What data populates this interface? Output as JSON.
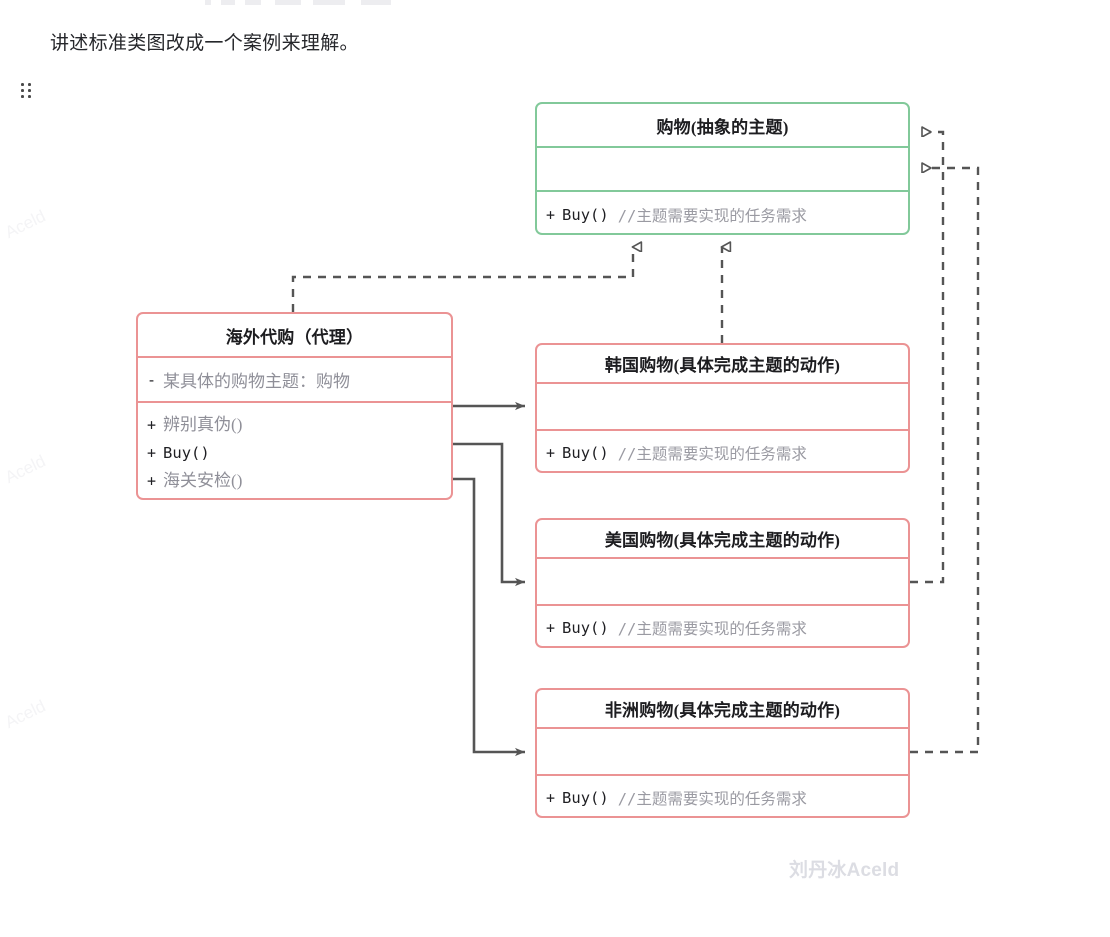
{
  "page": {
    "intro_text": "讲述标准类图改成一个案例来理解。",
    "drag_handle_icon": "drag-handle-icon",
    "watermark_main": "刘丹冰Aceld",
    "watermark_side": "Aceld"
  },
  "colors": {
    "abstract_border": "#82c99a",
    "concrete_border": "#eb9394",
    "edge": "#555555",
    "comment_text": "#9a9aa2",
    "title_text": "#1d1d20",
    "watermark": "#dcdde3"
  },
  "diagram": {
    "type": "uml-class-diagram",
    "classes": [
      {
        "id": "subject",
        "name": "购物(抽象的主题)",
        "stereotype": "abstract",
        "color": "#82c99a",
        "attributes": [],
        "methods": [
          {
            "visibility": "+",
            "signature": "Buy()",
            "comment": "//主题需要实现的任务需求"
          }
        ]
      },
      {
        "id": "proxy",
        "name": "海外代购（代理）",
        "stereotype": "proxy",
        "color": "#eb9394",
        "attributes": [
          {
            "visibility": "-",
            "text": "某具体的购物主题：购物"
          }
        ],
        "methods": [
          {
            "visibility": "+",
            "signature": "辨别真伪()",
            "comment": ""
          },
          {
            "visibility": "+",
            "signature": "Buy()",
            "comment": ""
          },
          {
            "visibility": "+",
            "signature": "海关安检()",
            "comment": ""
          }
        ]
      },
      {
        "id": "korea",
        "name": "韩国购物(具体完成主题的动作)",
        "stereotype": "concrete",
        "color": "#eb9394",
        "attributes": [],
        "methods": [
          {
            "visibility": "+",
            "signature": "Buy()",
            "comment": "//主题需要实现的任务需求"
          }
        ]
      },
      {
        "id": "usa",
        "name": "美国购物(具体完成主题的动作)",
        "stereotype": "concrete",
        "color": "#eb9394",
        "attributes": [],
        "methods": [
          {
            "visibility": "+",
            "signature": "Buy()",
            "comment": "//主题需要实现的任务需求"
          }
        ]
      },
      {
        "id": "africa",
        "name": "非洲购物(具体完成主题的动作)",
        "stereotype": "concrete",
        "color": "#eb9394",
        "attributes": [],
        "methods": [
          {
            "visibility": "+",
            "signature": "Buy()",
            "comment": "//主题需要实现的任务需求"
          }
        ]
      }
    ],
    "relations": [
      {
        "from": "proxy",
        "to": "subject",
        "kind": "realization",
        "style": "dashed",
        "arrow": "hollow-triangle"
      },
      {
        "from": "korea",
        "to": "subject",
        "kind": "generalization",
        "style": "solid",
        "arrow": "hollow-triangle"
      },
      {
        "from": "usa",
        "to": "subject",
        "kind": "realization",
        "style": "dashed",
        "arrow": "hollow-triangle"
      },
      {
        "from": "africa",
        "to": "subject",
        "kind": "realization",
        "style": "dashed",
        "arrow": "hollow-triangle"
      },
      {
        "from": "proxy",
        "to": "korea",
        "kind": "association",
        "style": "solid",
        "arrow": "filled-arrow"
      },
      {
        "from": "proxy",
        "to": "usa",
        "kind": "association",
        "style": "solid",
        "arrow": "filled-arrow"
      },
      {
        "from": "proxy",
        "to": "africa",
        "kind": "association",
        "style": "solid",
        "arrow": "filled-arrow"
      }
    ]
  }
}
